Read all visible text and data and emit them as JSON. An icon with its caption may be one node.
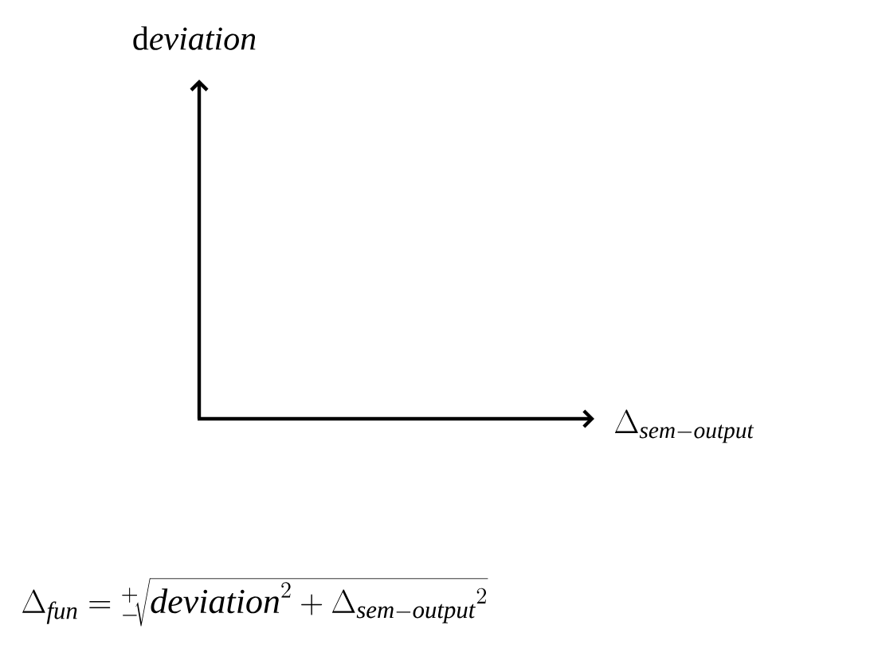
{
  "diagram": {
    "labels": [
      "\\mathrm{d}\\mathit{eviation}",
      "\\Delta_{\\mathit{sem-output}}",
      "\\Delta_{\\mathit{fun}} = {}^{+}_{-}\\!\\sqrt{\\mathit{deviation}^{2} + \\Delta_{\\mathit{sem-output}}{}^{2}}"
    ]
  }
}
